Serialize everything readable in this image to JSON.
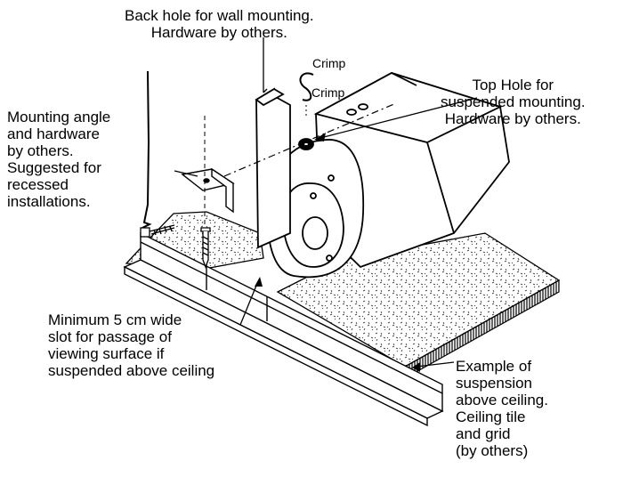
{
  "labels": {
    "back_hole": [
      "Back hole for wall mounting.",
      "Hardware by others."
    ],
    "crimp_top": "Crimp",
    "crimp_bottom": "Crimp",
    "top_hole": [
      "Top Hole for",
      "suspended mounting.",
      "Hardware by others."
    ],
    "mounting_angle": [
      "Mounting angle",
      "and hardware",
      "by others.",
      "Suggested for",
      "recessed",
      "installations."
    ],
    "minimum_slot": [
      "Minimum 5 cm wide",
      "slot for passage of",
      "viewing surface if",
      "suspended above ceiling"
    ],
    "example": [
      "Example of",
      "suspension",
      "above ceiling.",
      "Ceiling tile",
      "and grid",
      "(by others)"
    ]
  }
}
